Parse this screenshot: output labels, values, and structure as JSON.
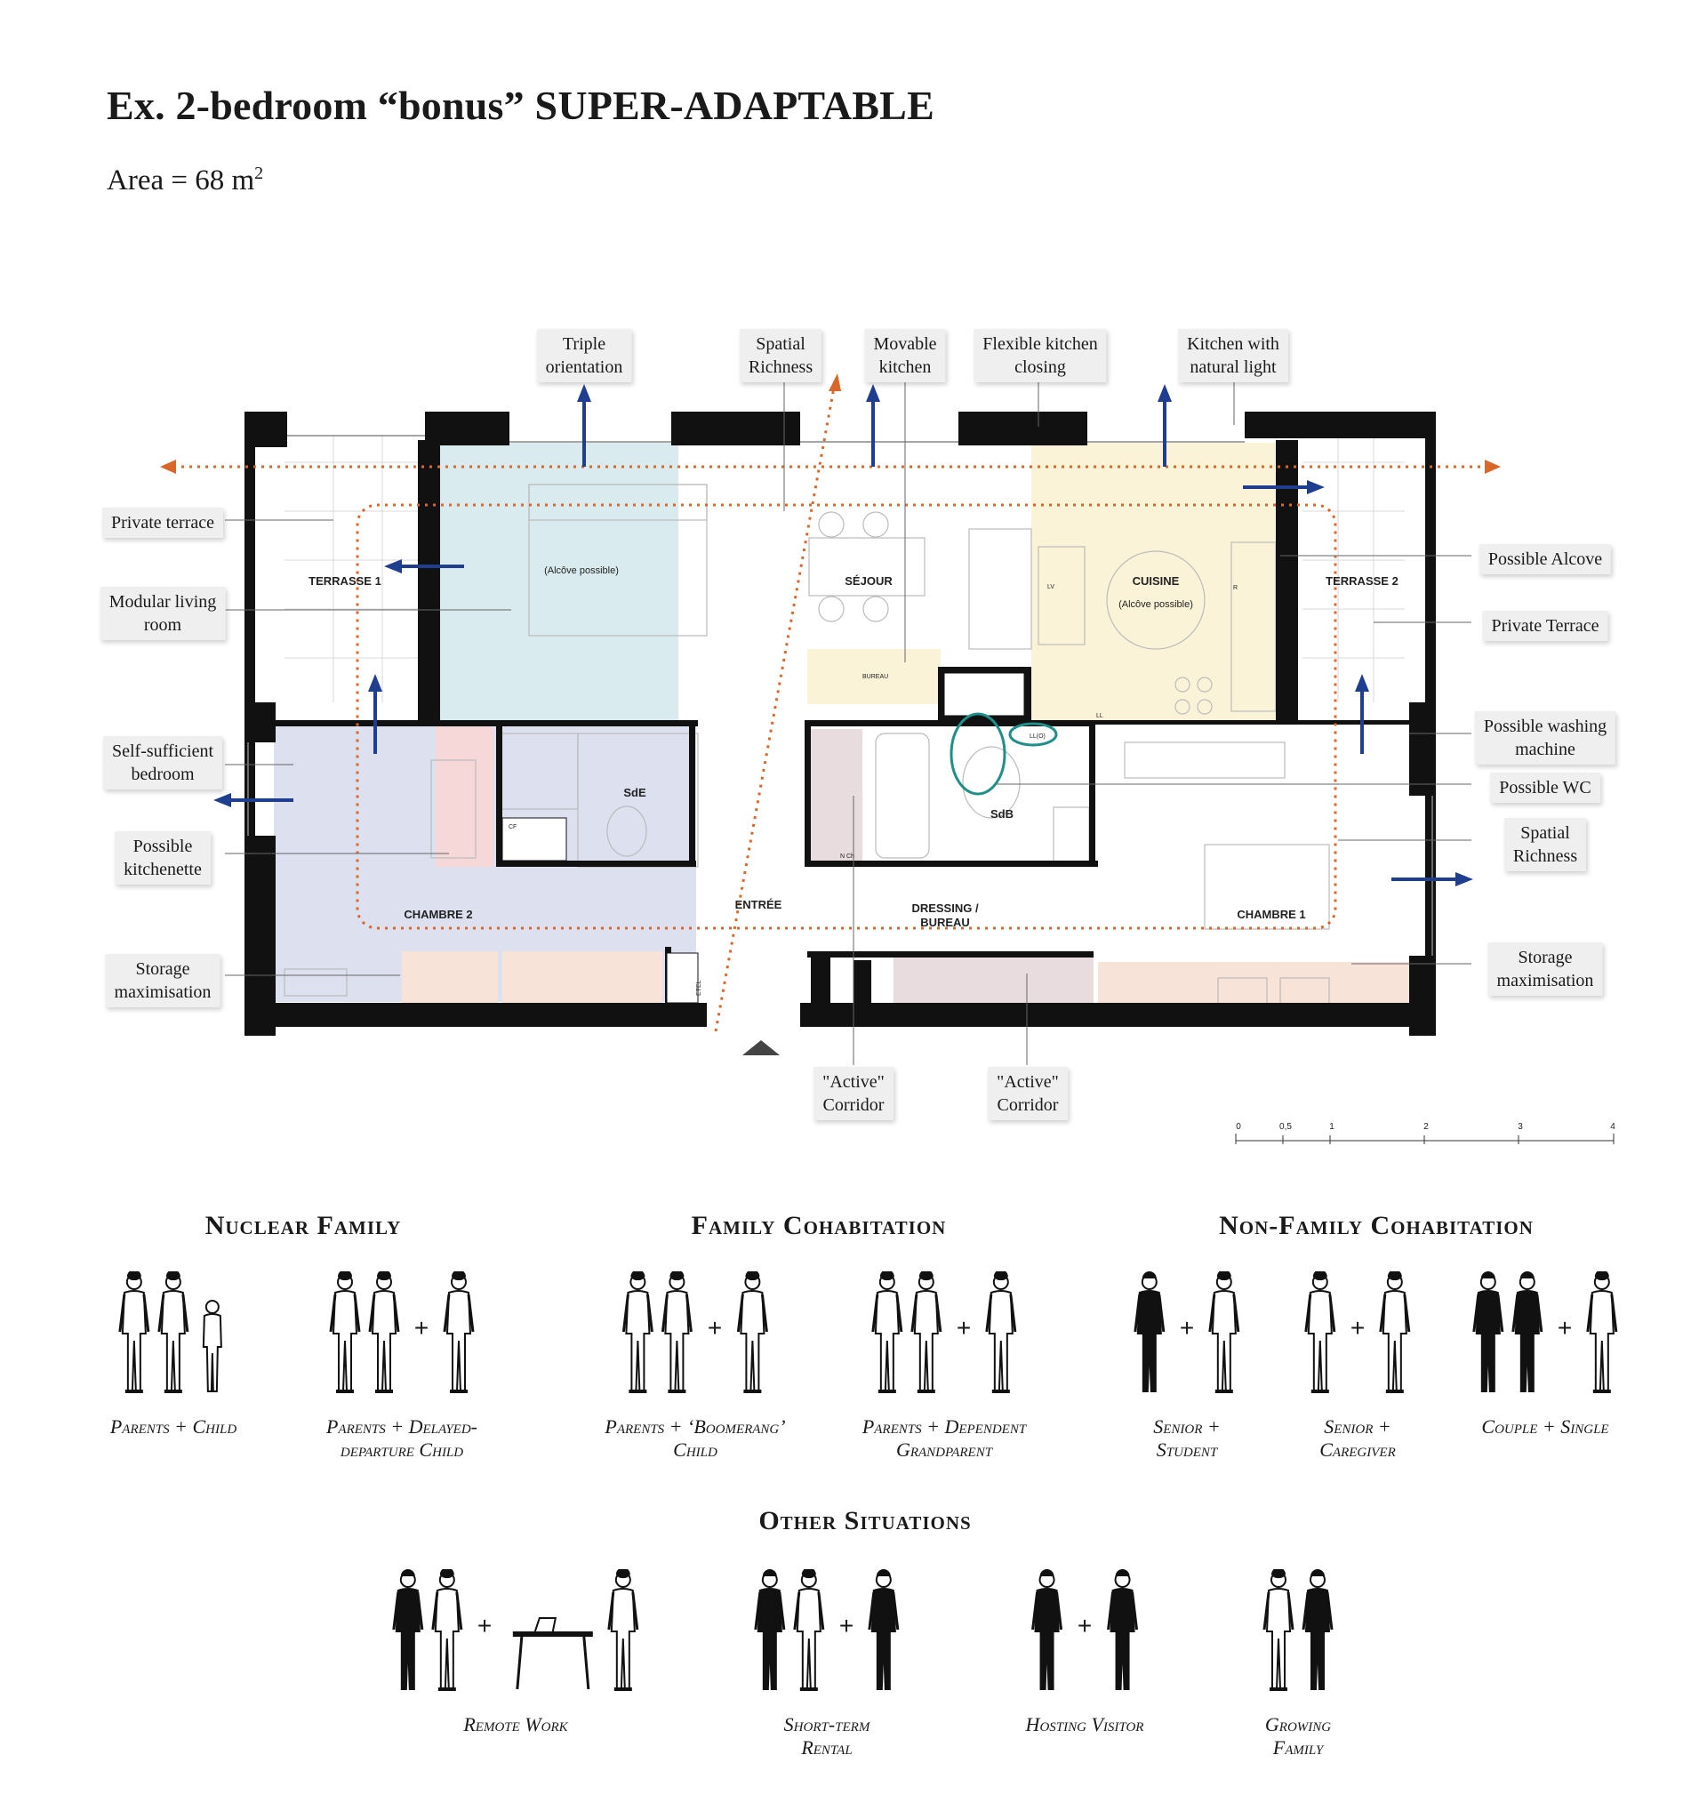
{
  "header": {
    "title": "Ex. 2-bedroom “bonus” SUPER-ADAPTABLE",
    "area_label": "Area = 68 m",
    "area_sup": "2"
  },
  "callouts": {
    "top_triple": "Triple\norientation",
    "top_spatial": "Spatial\nRichness",
    "top_movable": "Movable\nkitchen",
    "top_flexible": "Flexible kitchen\nclosing",
    "top_kitchen_light": "Kitchen with\nnatural light",
    "left_private_terrace": "Private terrace",
    "left_modular": "Modular living\nroom",
    "left_self_sufficient": "Self-sufficient\nbedroom",
    "left_kitchenette": "Possible\nkitchenette",
    "left_storage": "Storage\nmaximisation",
    "right_alcove": "Possible Alcove",
    "right_private_terrace": "Private Terrace",
    "right_washing": "Possible washing\nmachine",
    "right_wc": "Possible WC",
    "right_spatial": "Spatial\nRichness",
    "right_storage": "Storage\nmaximisation",
    "bottom_corridor_1": "\"Active\"\nCorridor",
    "bottom_corridor_2": "\"Active\"\nCorridor"
  },
  "rooms": {
    "terrasse1": "TERRASSE 1",
    "alcove_living": "(Alcôve possible)",
    "sejour": "SÉJOUR",
    "cuisine": "CUISINE",
    "alcove_kitchen": "(Alcôve possible)",
    "terrasse2": "TERRASSE 2",
    "bureau": "BUREAU",
    "sde": "SdE",
    "sdb": "SdB",
    "chambre2": "CHAMBRE 2",
    "entree": "ENTRÉE",
    "dressing": "DRESSING /",
    "dressing2": "BUREAU",
    "chambre1": "CHAMBRE 1",
    "etel": "ETEL",
    "lv": "LV",
    "ll": "LL",
    "r": "R",
    "nch": "N Ch",
    "cf": "CF",
    "llo": "LL(O)"
  },
  "scale_bar": {
    "ticks": [
      "0",
      "0,5",
      "1",
      "2",
      "3",
      "4"
    ]
  },
  "colors": {
    "wall": "#111111",
    "living_blue": "#d9ebef",
    "bedroom_lilac": "#dde0ef",
    "kitchenette_pink": "#f6d8d8",
    "kitchen_yellow": "#fbf3d8",
    "storage_peach": "#f8e3d8",
    "storage_mauve": "#e9dcde",
    "arrow_blue": "#1f3e8f",
    "dotted_orange": "#d9672a",
    "teal": "#1f8f8a"
  },
  "sections": {
    "nuclear": "Nuclear Family",
    "family_cohab": "Family Cohabitation",
    "nonfamily": "Non-Family Cohabitation",
    "other": "Other Situations"
  },
  "scenarios": {
    "parents_child": "Parents + Child",
    "delayed": "Parents + Delayed-\ndeparture Child",
    "boomerang": "Parents + ‘Boomerang’\nChild",
    "grandparent": "Parents + Dependent\nGrandparent",
    "senior_student": "Senior +\nStudent",
    "senior_caregiver": "Senior +\nCaregiver",
    "couple_single": "Couple + Single",
    "remote_work": "Remote Work",
    "short_term": "Short-term\nRental",
    "hosting": "Hosting Visitor",
    "growing": "Growing\nFamily"
  },
  "plus_sign": "+"
}
